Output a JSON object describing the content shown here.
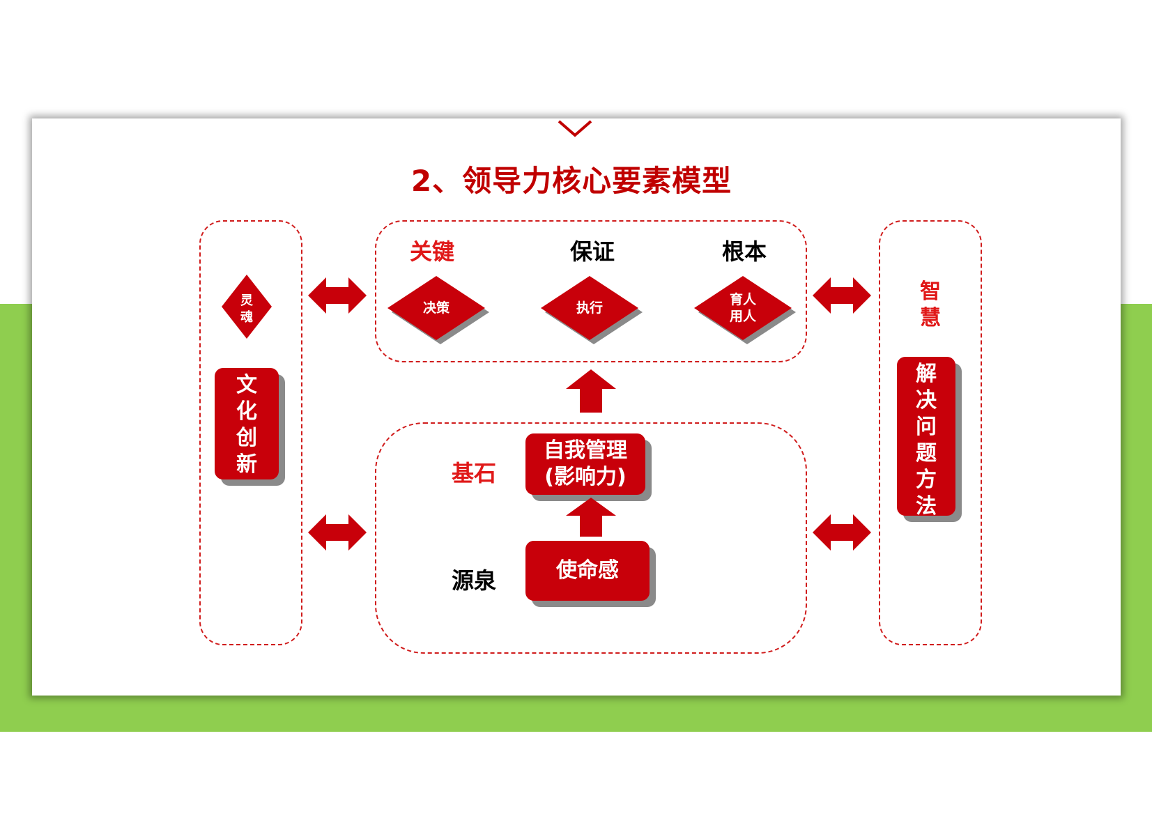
{
  "title": "2、领导力核心要素模型",
  "left_panel": {
    "diamond_label": "灵\n魂",
    "block_label": "文\n化\n创\n新"
  },
  "right_panel": {
    "heading": "智\n慧",
    "block_label": "解\n决\n问\n题\n方\n法"
  },
  "top_panel": {
    "items": [
      {
        "heading": "关键",
        "diamond": "决策"
      },
      {
        "heading": "保证",
        "diamond": "执行"
      },
      {
        "heading": "根本",
        "diamond": "育人\n用人"
      }
    ]
  },
  "bottom_panel": {
    "foundation_label": "基石",
    "foundation_block": "自我管理\n(影响力)",
    "source_label": "源泉",
    "source_block": "使命感"
  },
  "colors": {
    "accent_red": "#c8000a",
    "dashed_border": "#d01c1c",
    "green_band": "#8fce4f"
  },
  "icons": [
    "chevron-down-icon",
    "double-arrow-icon",
    "up-arrow-icon",
    "diamond-shape"
  ]
}
